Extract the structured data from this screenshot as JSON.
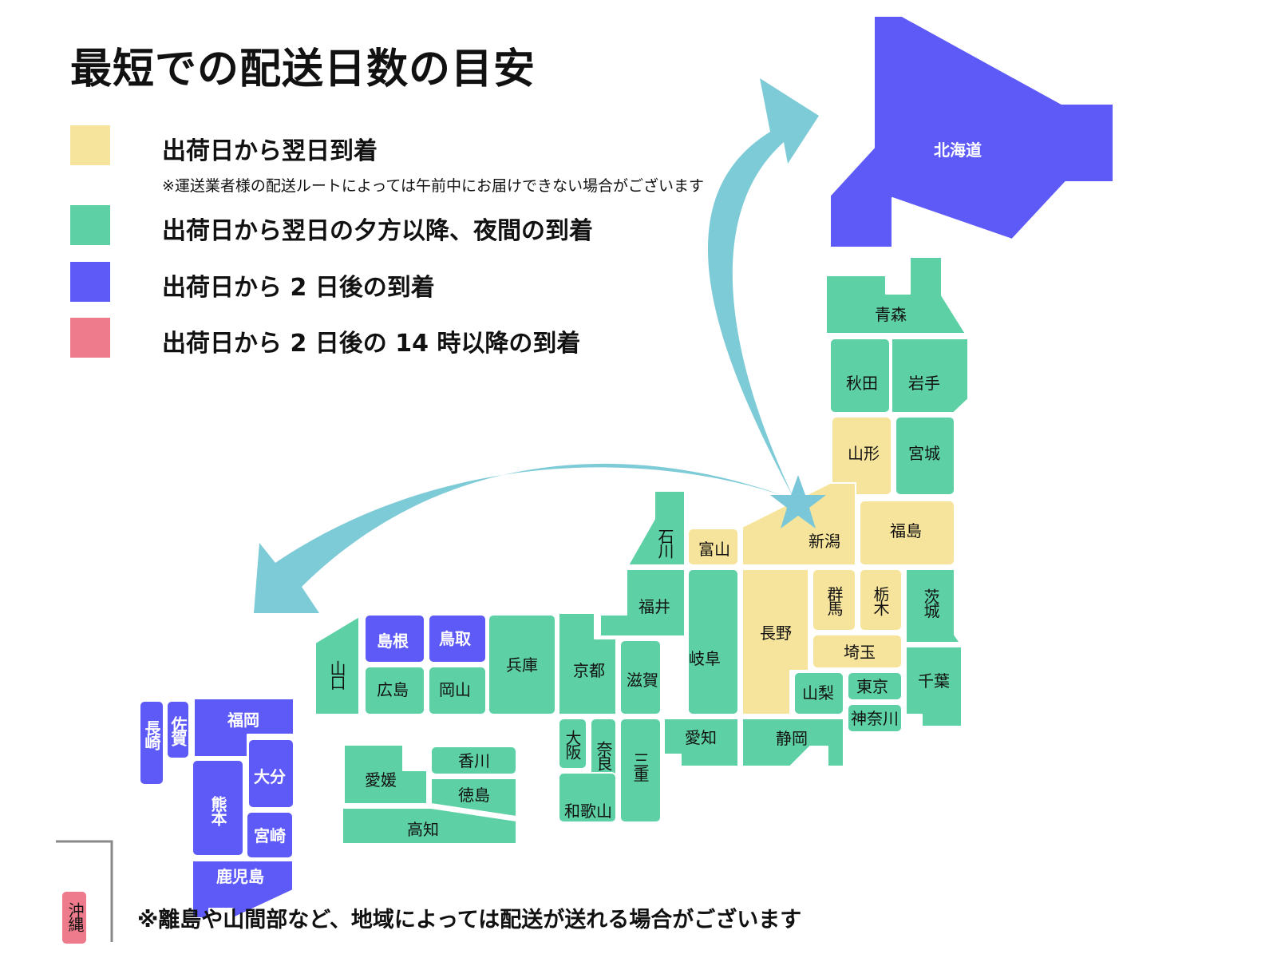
{
  "title": "最短での配送日数の目安",
  "colors": {
    "next_day": "#f7e49c",
    "next_evening": "#5dd1a5",
    "two_days": "#5e5af7",
    "two_days_14": "#ee7b8c",
    "arrow": "#7ecbd8"
  },
  "legend": [
    {
      "label": "出荷日から翌日到着",
      "note": "※運送業者様の配送ルートによっては午前中にお届けできない場合がございます"
    },
    {
      "label": "出荷日から翌日の夕方以降、夜間の到着"
    },
    {
      "label": "出荷日から 2 日後の到着"
    },
    {
      "label": "出荷日から 2 日後の 14 時以降の到着"
    }
  ],
  "footnote": "※離島や山間部など、地域によっては配送が送れる場合がございます",
  "origin_icon": "star-icon",
  "prefectures": {
    "hokkaido": "北海道",
    "aomori": "青森",
    "akita": "秋田",
    "iwate": "岩手",
    "yamagata": "山形",
    "miyagi": "宮城",
    "niigata": "新潟",
    "fukushima": "福島",
    "toyama": "富山",
    "ishikawa": "石川",
    "fukui": "福井",
    "gifu": "岐阜",
    "nagano": "長野",
    "gunma": "群馬",
    "tochigi": "栃木",
    "ibaraki": "茨城",
    "saitama": "埼玉",
    "chiba": "千葉",
    "yamanashi": "山梨",
    "tokyo": "東京",
    "kanagawa": "神奈川",
    "shizuoka": "静岡",
    "aichi": "愛知",
    "shiga": "滋賀",
    "kyoto": "京都",
    "hyogo": "兵庫",
    "tottori": "鳥取",
    "shimane": "島根",
    "hiroshima": "広島",
    "okayama": "岡山",
    "yamaguchi": "山口",
    "osaka": "大阪",
    "nara": "奈良",
    "wakayama": "和歌山",
    "mie": "三重",
    "ehime": "愛媛",
    "kagawa": "香川",
    "tokushima": "徳島",
    "kochi": "高知",
    "nagasaki": "長崎",
    "saga": "佐賀",
    "fukuoka": "福岡",
    "kumamoto": "熊本",
    "oita": "大分",
    "miyazaki": "宮崎",
    "kagoshima": "鹿児島",
    "okinawa": "沖縄"
  }
}
